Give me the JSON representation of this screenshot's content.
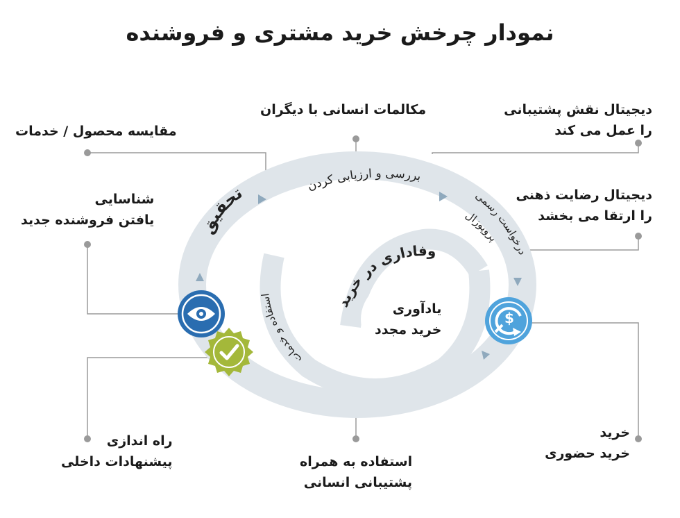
{
  "title": "نمودار چرخش خرید مشتری و فروشنده",
  "colors": {
    "loop": "#dfe5ea",
    "arrow": "#8fa9bd",
    "line": "#9a9a9a",
    "eye_badge": "#2a6db0",
    "purchase_badge": "#4fa3dc",
    "check_badge": "#a4b83a"
  },
  "outer_labels": {
    "compare": "مقایسه محصول / خدمات",
    "conversations": "مکالمات انسانی با دیگران",
    "digital_support": [
      "دیجیتال نقش پشتیبانی",
      "را عمل می کند"
    ],
    "identify": [
      "شناسایی",
      "یافتن فروشنده جدید"
    ],
    "digital_satisfaction": [
      "دیجیتال رضایت ذهنی",
      "را ارتقا می بخشد"
    ],
    "launch": [
      "راه اندازی",
      "پیشنهادات داخلی"
    ],
    "human_use": [
      "استفاده به همراه",
      "پشتیبانی انسانی"
    ],
    "purchase": [
      "خرید",
      "خرید حضوری"
    ]
  },
  "loop_labels": {
    "research": "تحقیق",
    "review": "بررسی و ارزیابی کردن",
    "proposal": [
      "درخواست رسمی",
      "پروپوزال"
    ],
    "use_service": "استفاده و خدمات",
    "loyalty": "وفاداری در خرید",
    "repurchase": [
      "یادآوری",
      "خرید مجدد"
    ]
  },
  "icons": {
    "eye": "eye-icon",
    "dollar": "dollar-cycle-icon",
    "check": "checkmark-seal-icon"
  }
}
